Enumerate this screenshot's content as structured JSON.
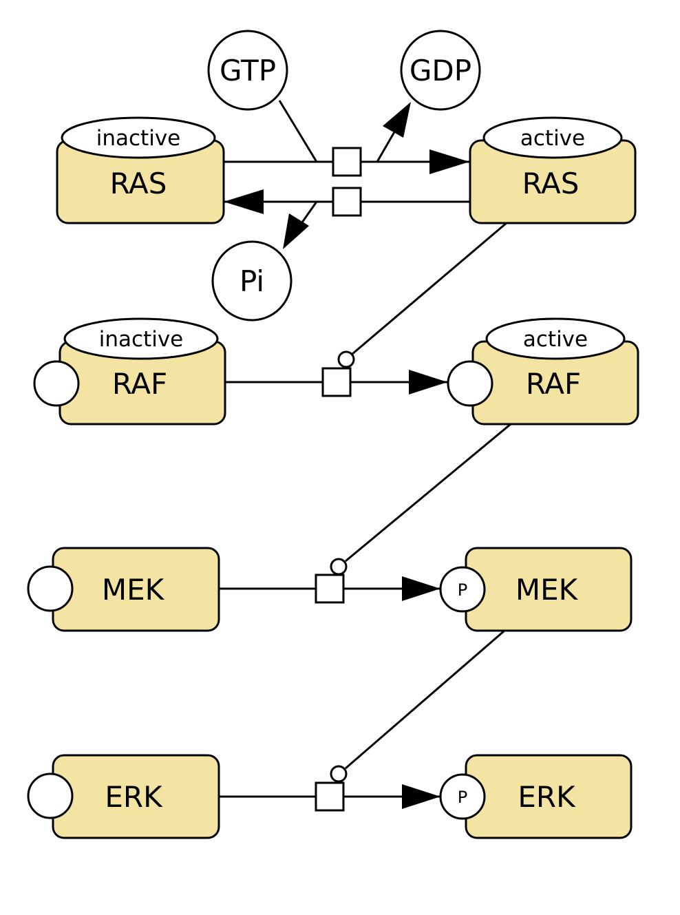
{
  "nodes": {
    "ras_inactive": {
      "label": "RAS",
      "state": "inactive"
    },
    "ras_active": {
      "label": "RAS",
      "state": "active"
    },
    "raf_inactive": {
      "label": "RAF",
      "state": "inactive"
    },
    "raf_active": {
      "label": "RAF",
      "state": "active"
    },
    "mek": {
      "label": "MEK"
    },
    "mek_p": {
      "label": "MEK",
      "site": "P"
    },
    "erk": {
      "label": "ERK"
    },
    "erk_p": {
      "label": "ERK",
      "site": "P"
    }
  },
  "small_molecules": {
    "gtp": "GTP",
    "gdp": "GDP",
    "pi": "Pi"
  },
  "colors": {
    "macromolecule_fill": "#f3e4a3",
    "stroke": "#000000",
    "background": "#ffffff"
  }
}
